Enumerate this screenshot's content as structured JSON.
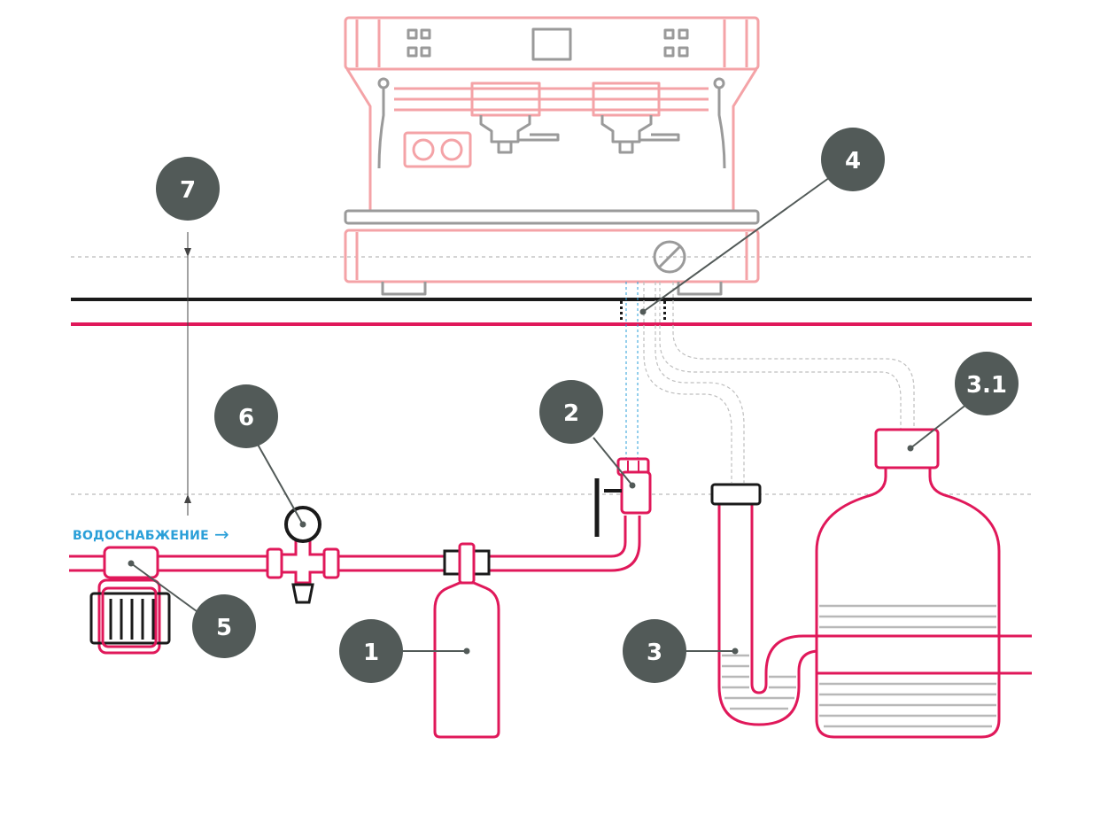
{
  "supply": {
    "label": "ВОДОСНАБЖЕНИЕ",
    "arrow": "→"
  },
  "callouts": [
    {
      "id": "1",
      "label": "1"
    },
    {
      "id": "2",
      "label": "2"
    },
    {
      "id": "3",
      "label": "3"
    },
    {
      "id": "3.1",
      "label": "3.1"
    },
    {
      "id": "4",
      "label": "4"
    },
    {
      "id": "5",
      "label": "5"
    },
    {
      "id": "6",
      "label": "6"
    },
    {
      "id": "7",
      "label": "7"
    }
  ],
  "colors": {
    "pipe": "#e0185a",
    "machine": "#f4a3a7",
    "machine_gray": "#9a9a9a",
    "callout_fill": "#525a58",
    "callout_text": "#ffffff",
    "counter": "#1a1a1a",
    "supply_text": "#2a9fd8",
    "water_fill": "#b8b8b8",
    "dashed": "#bfbfbf"
  }
}
